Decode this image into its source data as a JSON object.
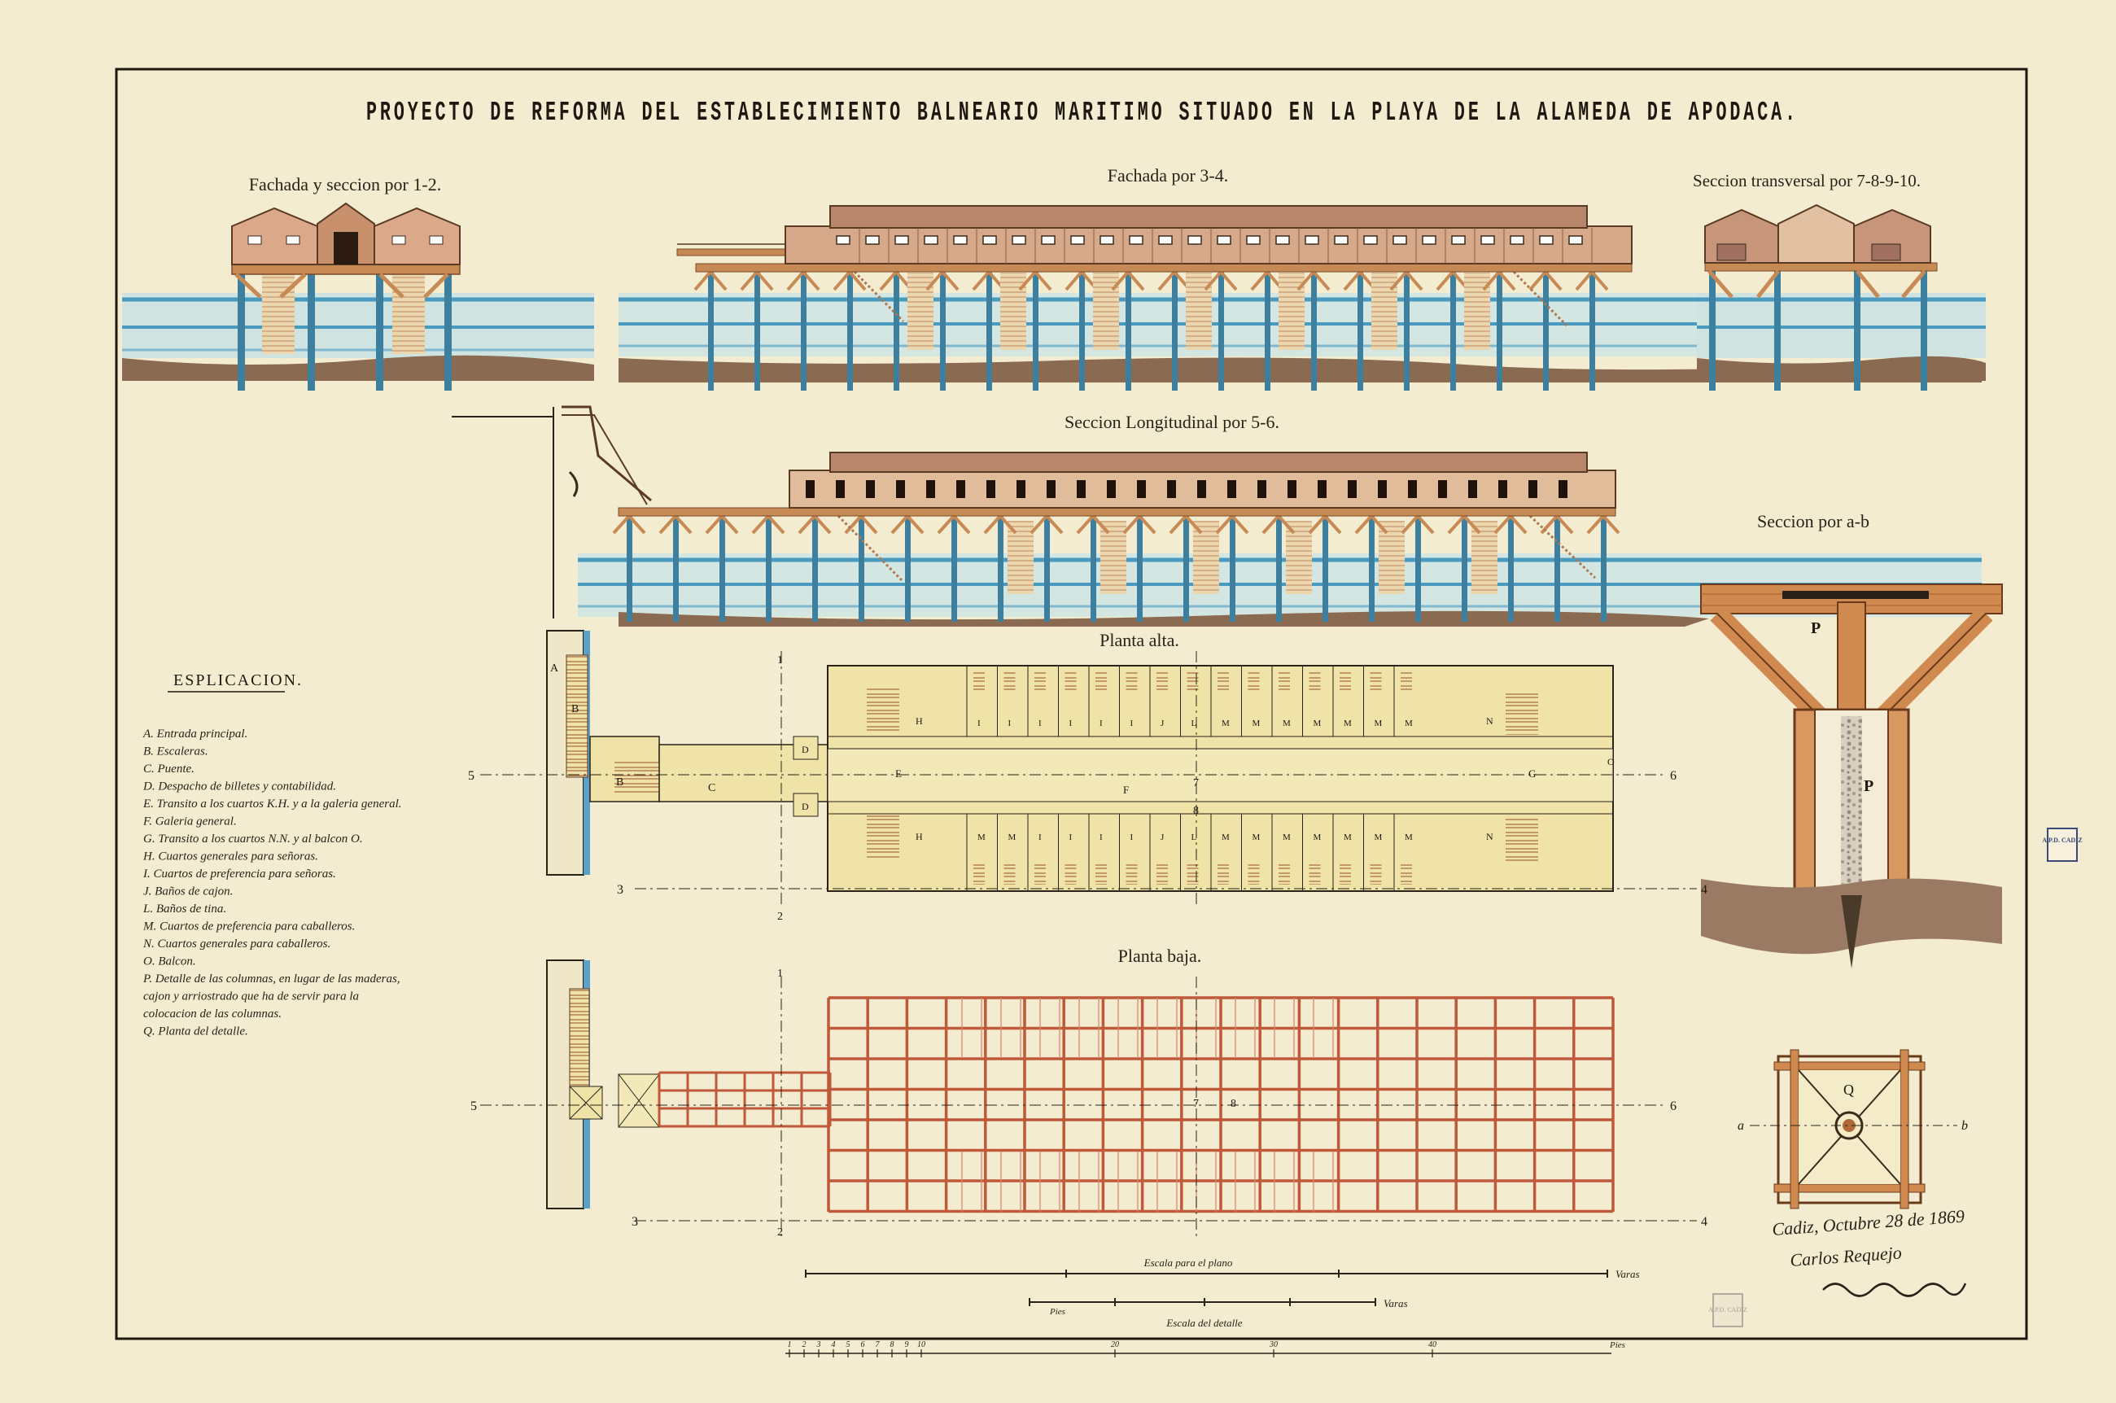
{
  "title": "PROYECTO DE REFORMA DEL ESTABLECIMIENTO BALNEARIO MARITIMO SITUADO EN LA PLAYA DE LA ALAMEDA DE APODACA.",
  "views": {
    "fachada_seccion": "Fachada y seccion por 1-2.",
    "fachada": "Fachada por 3-4.",
    "seccion_transversal": "Seccion transversal por 7-8-9-10.",
    "seccion_longitudinal": "Seccion Longitudinal por 5-6.",
    "seccion_ab": "Seccion por a-b",
    "planta_alta": "Planta alta.",
    "planta_baja": "Planta baja."
  },
  "legend": {
    "heading": "ESPLICACION.",
    "items": [
      "A. Entrada principal.",
      "B. Escaleras.",
      "C. Puente.",
      "D. Despacho de billetes y contabilidad.",
      "E. Transito a los cuartos K.H. y a la galeria general.",
      "F. Galeria general.",
      "G. Transito a los cuartos N.N. y al balcon O.",
      "H. Cuartos generales para señoras.",
      "I. Cuartos de preferencia para señoras.",
      "J. Baños de cajon.",
      "L. Baños de tina.",
      "M. Cuartos de preferencia para caballeros.",
      "N. Cuartos generales para caballeros.",
      "O. Balcon.",
      "P. Detalle de las columnas, en lugar de las maderas,",
      "cajon y arriostrado que ha de servir para la",
      "colocacion de las columnas.",
      "Q. Planta del detalle."
    ]
  },
  "section_marks": {
    "n1": "1",
    "n2": "2",
    "n3": "3",
    "n4": "4",
    "n5": "5",
    "n6": "6",
    "n7": "7",
    "n8": "8",
    "a": "a",
    "b": "b"
  },
  "room_letters": {
    "A": "A",
    "B": "B",
    "C": "C",
    "D": "D",
    "E": "E",
    "F": "F",
    "G": "G",
    "H": "H",
    "I": "I",
    "J": "J",
    "L": "L",
    "M": "M",
    "N": "N",
    "O": "O",
    "P": "P",
    "Q": "Q"
  },
  "scales": {
    "plano_caption": "Escala para el plano",
    "plano_units": "Varas",
    "detalle_caption": "Escala del detalle",
    "detalle_units": "Varas",
    "feet_label": "Pies",
    "bottom_ticks": [
      "1",
      "2",
      "3",
      "4",
      "5",
      "6",
      "7",
      "8",
      "9",
      "10",
      "20",
      "30",
      "40"
    ],
    "bottom_units": "Pies"
  },
  "signature": {
    "place_date": "Cadiz, Octubre 28 de 1869",
    "name": "Carlos Requejo"
  },
  "stamps": {
    "main": "A.P.D. CADIZ",
    "small": "A.P.D. CADIZ"
  },
  "colors": {
    "paper": "#f3ecd0",
    "ink": "#2a2218",
    "wood": "#c88a55",
    "wood_dark": "#7a4a2a",
    "roof": "#a8745a",
    "water": "#8fc4d6",
    "water_dark": "#3f8fb0",
    "ground": "#8b6a52",
    "plan_fill": "#efe3a8",
    "timber_red": "#c0583a"
  }
}
